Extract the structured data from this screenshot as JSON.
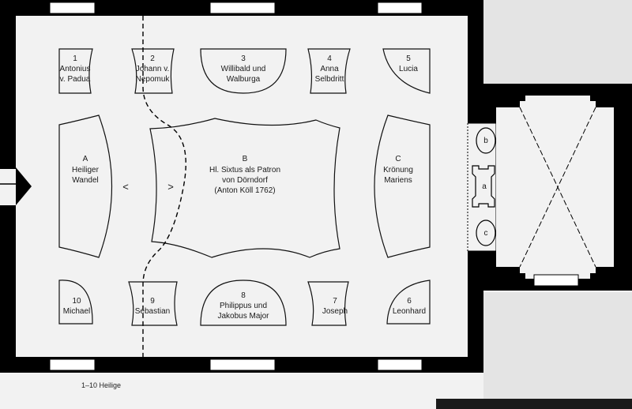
{
  "plan": {
    "caption": "1–10 Heilige",
    "colors": {
      "wall": "#000000",
      "floor": "#f2f2f2",
      "panel_fill": "#f2f2f2",
      "outline": "#111111"
    },
    "saints": [
      {
        "num": "1",
        "line1": "Antonius",
        "line2": "v. Padua"
      },
      {
        "num": "2",
        "line1": "Johann v.",
        "line2": "Nepomuk"
      },
      {
        "num": "3",
        "line1": "Willibald und",
        "line2": "Walburga"
      },
      {
        "num": "4",
        "line1": "Anna",
        "line2": "Selbdritt"
      },
      {
        "num": "5",
        "line1": "Lucia",
        "line2": ""
      },
      {
        "num": "6",
        "line1": "Leonhard",
        "line2": ""
      },
      {
        "num": "7",
        "line1": "Joseph",
        "line2": ""
      },
      {
        "num": "8",
        "line1": "Philippus und",
        "line2": "Jakobus Major"
      },
      {
        "num": "9",
        "line1": "Sebastian",
        "line2": ""
      },
      {
        "num": "10",
        "line1": "Michael",
        "line2": ""
      }
    ],
    "large_panels": {
      "A": {
        "letter": "A",
        "line1": "Heiliger",
        "line2": "Wandel"
      },
      "B": {
        "letter": "B",
        "line1": "Hl. Sixtus als Patron",
        "line2": "von Dörndorf",
        "line3": "(Anton Köll 1762)"
      },
      "C": {
        "letter": "C",
        "line1": "Krönung",
        "line2": "Mariens"
      }
    },
    "choir_panels": {
      "a": "a",
      "b": "b",
      "c": "c"
    },
    "arrows": {
      "left": "<",
      "right": ">"
    }
  }
}
